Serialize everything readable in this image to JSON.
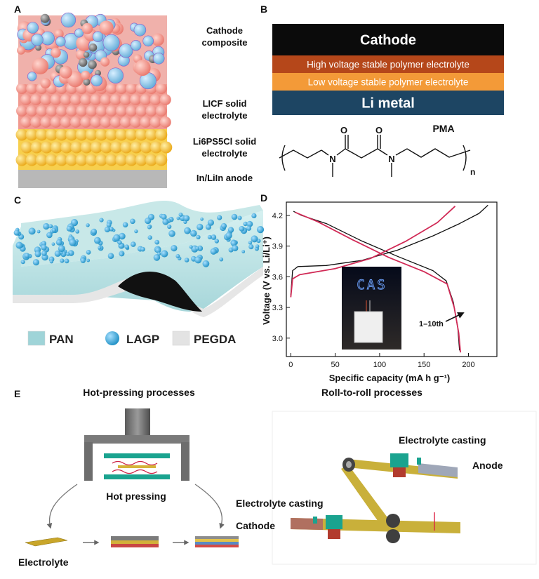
{
  "panels": {
    "a": {
      "label": "A",
      "layers": [
        "Cathode composite",
        "LICF solid electrolyte",
        "Li6PS5Cl solid electrolyte",
        "In/LiIn anode"
      ],
      "colors": {
        "cathode_blue": "#7fc3e8",
        "cathode_pink": "#f4a19a",
        "carbon_gray": "#6e6e6e",
        "licf": "#ef8a80",
        "lpscl": "#f6c432",
        "anode": "#b5b5b5"
      }
    },
    "b": {
      "label": "B",
      "layers": [
        {
          "text": "Cathode",
          "color": "#0b0b0b"
        },
        {
          "text": "High voltage stable polymer electrolyte",
          "color": "#b5471a"
        },
        {
          "text": "Low voltage stable polymer electrolyte",
          "color": "#f39a38"
        },
        {
          "text": "Li metal",
          "color": "#1d4563"
        }
      ],
      "structure": {
        "name": "PMA",
        "atoms_o": "O",
        "atoms_n": "N",
        "subscript": "n"
      }
    },
    "c": {
      "label": "C",
      "legend": [
        {
          "text": "PAN",
          "color": "#9fd4d8"
        },
        {
          "text": "LAGP",
          "color": "#2aa3d6"
        },
        {
          "text": "PEGDA",
          "color": "#e3e3e3"
        }
      ]
    },
    "d": {
      "label": "D",
      "inset_text": "CAS",
      "annotation": "1–10th"
    },
    "e": {
      "label": "E",
      "hot_title": "Hot-pressing processes",
      "roll_title": "Roll-to-roll processes",
      "hot_pressing": "Hot pressing",
      "electrolyte": "Electrolyte",
      "electrolyte_casting": "Electrolyte casting",
      "cathode": "Cathode",
      "anode": "Anode",
      "colors": {
        "teal": "#1aa38f",
        "gold": "#c9b03a",
        "gray": "#8a8a8a"
      }
    }
  },
  "chart_data": {
    "type": "line",
    "title": "",
    "xlabel": "Specific capacity (mA h g⁻¹)",
    "ylabel": "Voltage (V vs. Li/Li⁺)",
    "xlim": [
      -5,
      232
    ],
    "ylim": [
      2.82,
      4.33
    ],
    "x_ticks": [
      0,
      50,
      100,
      150,
      200
    ],
    "y_ticks": [
      3.0,
      3.3,
      3.6,
      3.9,
      4.2
    ],
    "legend": "none",
    "grid": false,
    "series": [
      {
        "color": "#111111",
        "points": [
          [
            0,
            3.42
          ],
          [
            2,
            3.66
          ],
          [
            8,
            3.7
          ],
          [
            40,
            3.71
          ],
          [
            80,
            3.76
          ],
          [
            120,
            3.86
          ],
          [
            160,
            4.0
          ],
          [
            190,
            4.12
          ],
          [
            212,
            4.22
          ],
          [
            222,
            4.3
          ]
        ]
      },
      {
        "color": "#111111",
        "points": [
          [
            3,
            4.24
          ],
          [
            12,
            4.2
          ],
          [
            40,
            4.12
          ],
          [
            80,
            3.95
          ],
          [
            120,
            3.8
          ],
          [
            160,
            3.66
          ],
          [
            175,
            3.56
          ],
          [
            183,
            3.35
          ],
          [
            188,
            3.1
          ],
          [
            190,
            2.88
          ]
        ]
      },
      {
        "color": "#d12a56",
        "points": [
          [
            0,
            3.4
          ],
          [
            2,
            3.58
          ],
          [
            10,
            3.62
          ],
          [
            50,
            3.68
          ],
          [
            90,
            3.78
          ],
          [
            130,
            3.95
          ],
          [
            165,
            4.13
          ],
          [
            185,
            4.29
          ]
        ]
      },
      {
        "color": "#d12a56",
        "points": [
          [
            5,
            4.23
          ],
          [
            30,
            4.14
          ],
          [
            70,
            3.96
          ],
          [
            110,
            3.79
          ],
          [
            150,
            3.65
          ],
          [
            176,
            3.53
          ],
          [
            184,
            3.3
          ],
          [
            189,
            3.05
          ],
          [
            191,
            2.86
          ]
        ]
      }
    ]
  }
}
